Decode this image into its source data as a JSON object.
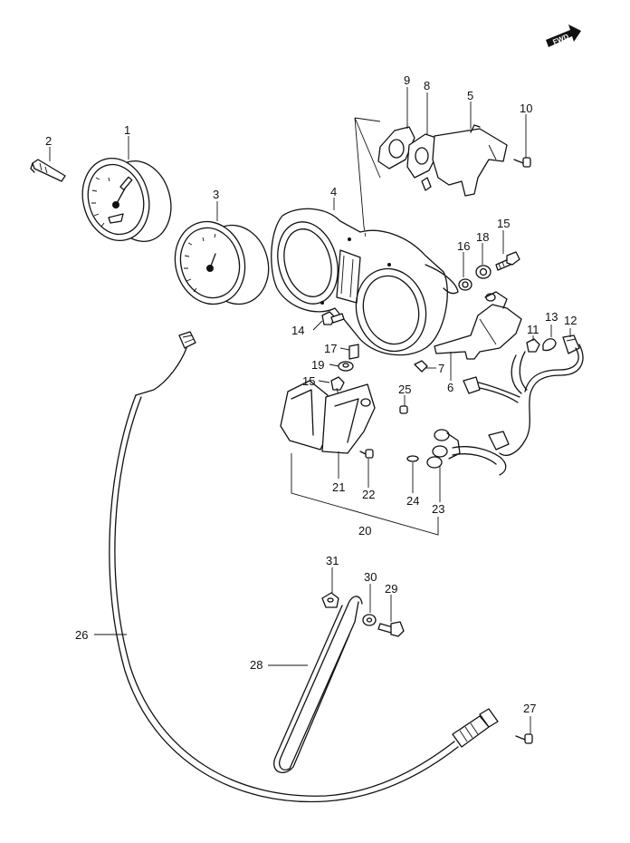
{
  "fwd_label": "FWD",
  "callouts": [
    {
      "id": "c1",
      "text": "1"
    },
    {
      "id": "c2",
      "text": "2"
    },
    {
      "id": "c3",
      "text": "3"
    },
    {
      "id": "c4",
      "text": "4"
    },
    {
      "id": "c5",
      "text": "5"
    },
    {
      "id": "c6",
      "text": "6"
    },
    {
      "id": "c7",
      "text": "7"
    },
    {
      "id": "c8",
      "text": "8"
    },
    {
      "id": "c9",
      "text": "9"
    },
    {
      "id": "c10",
      "text": "10"
    },
    {
      "id": "c11",
      "text": "11"
    },
    {
      "id": "c12",
      "text": "12"
    },
    {
      "id": "c13",
      "text": "13"
    },
    {
      "id": "c14",
      "text": "14"
    },
    {
      "id": "c15a",
      "text": "15"
    },
    {
      "id": "c15b",
      "text": "15"
    },
    {
      "id": "c16",
      "text": "16"
    },
    {
      "id": "c17",
      "text": "17"
    },
    {
      "id": "c18",
      "text": "18"
    },
    {
      "id": "c19",
      "text": "19"
    },
    {
      "id": "c20",
      "text": "20"
    },
    {
      "id": "c21",
      "text": "21"
    },
    {
      "id": "c22",
      "text": "22"
    },
    {
      "id": "c23",
      "text": "23"
    },
    {
      "id": "c24",
      "text": "24"
    },
    {
      "id": "c25",
      "text": "25"
    },
    {
      "id": "c26",
      "text": "26"
    },
    {
      "id": "c27",
      "text": "27"
    },
    {
      "id": "c28",
      "text": "28"
    },
    {
      "id": "c29",
      "text": "29"
    },
    {
      "id": "c30",
      "text": "30"
    },
    {
      "id": "c31",
      "text": "31"
    }
  ]
}
